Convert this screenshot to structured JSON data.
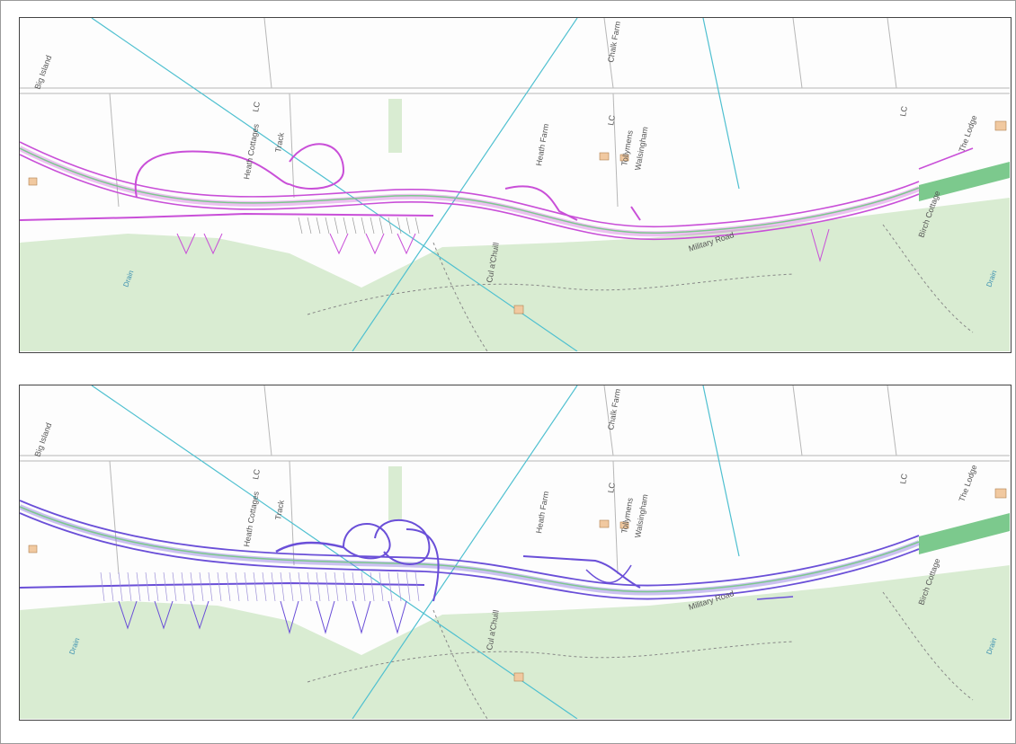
{
  "colors": {
    "woodland": "#d9ecd2",
    "cyan_line": "#4fc0d0",
    "existing_road_green": "#7cc98d",
    "proposal_a": "#c94fd8",
    "proposal_b": "#6a4fd8",
    "building": "#f1c9a0",
    "grid": "#b7b7b7"
  },
  "panels": [
    {
      "scheme_color_key": "proposal_a"
    },
    {
      "scheme_color_key": "proposal_b"
    }
  ],
  "labels": {
    "place_big_island": "Big Island",
    "place_chalk_farm": "Chalk Farm",
    "place_walsingham": "Walsingham",
    "place_tollymens": "Tollymens",
    "place_heath_cottages": "Heath Cottages",
    "place_heath_farm": "Heath Farm",
    "place_cul_a_chuill": "Cul a'Chuill",
    "place_birch_cottage": "Birch Cottage",
    "place_military_road": "Military Road",
    "place_the_lodge": "The Lodge",
    "mark_lc": "LC",
    "mark_track": "Track",
    "water_drain": "Drain"
  }
}
